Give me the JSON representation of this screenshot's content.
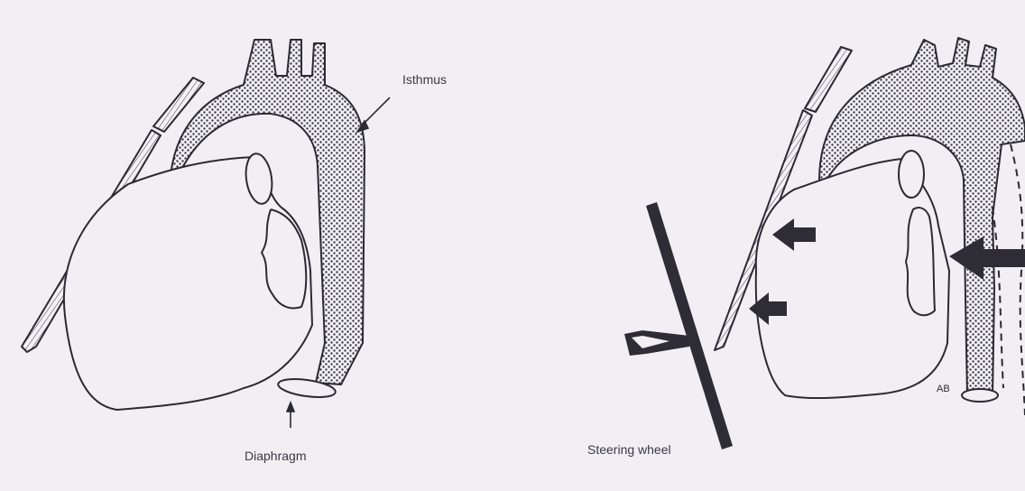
{
  "labels": {
    "isthmus": "Isthmus",
    "diaphragm": "Diaphragm",
    "steering_wheel": "Steering wheel",
    "initials": "AB"
  },
  "colors": {
    "background": "#f1eff4",
    "ink": "#2b2a33",
    "stipple": "#3a3a44"
  }
}
